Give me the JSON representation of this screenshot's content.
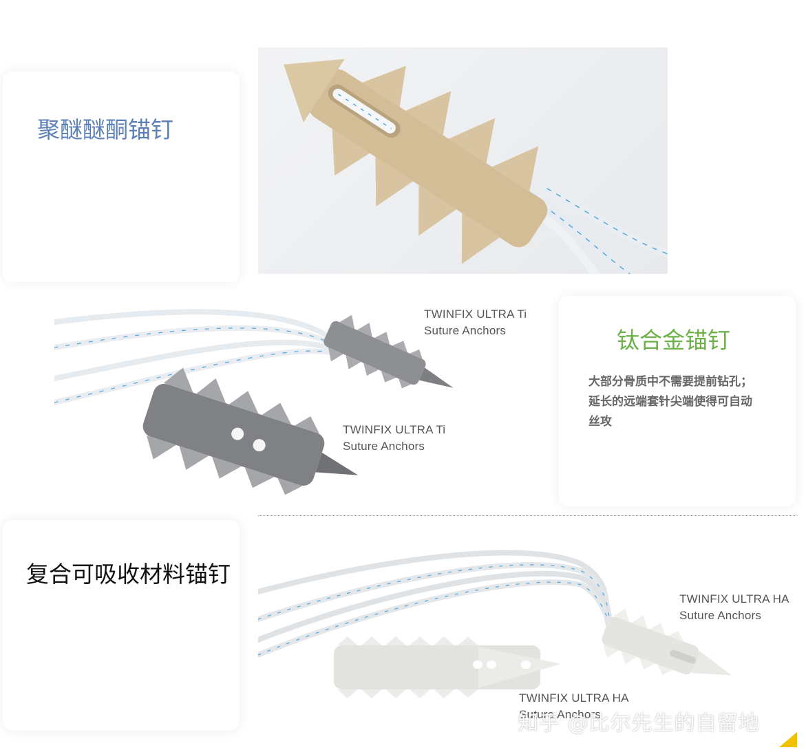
{
  "sections": {
    "peek": {
      "title": "聚醚醚酮锚钉",
      "title_color": "#5b7fb7"
    },
    "titanium": {
      "title": "钛合金锚钉",
      "title_color": "#6db149",
      "description_lines": [
        "大部分骨质中不需要提前钻孔；",
        "延长的远端套针尖端使得可自动",
        "丝攻"
      ],
      "caption_top": [
        "TWINFIX ULTRA Ti",
        "Suture Anchors"
      ],
      "caption_bottom": [
        "TWINFIX ULTRA Ti",
        "Suture Anchors"
      ]
    },
    "composite": {
      "title": "复合可吸收材料锚钉",
      "title_color": "#111111",
      "caption_right": [
        "TWINFIX ULTRA HA",
        "Suture Anchors"
      ],
      "caption_bottom": [
        "TWINFIX ULTRA HA",
        "Suture Anchors"
      ]
    }
  },
  "watermark": "知乎 @比尔先生的自留地",
  "colors": {
    "peek_anchor": "#d8c4a0",
    "titanium": "#8d8f92",
    "ha_anchor": "#e9e9e6",
    "suture": "#eef2f5",
    "suture_stripe": "#55a9dd",
    "corner_accent": "#f2c200"
  }
}
